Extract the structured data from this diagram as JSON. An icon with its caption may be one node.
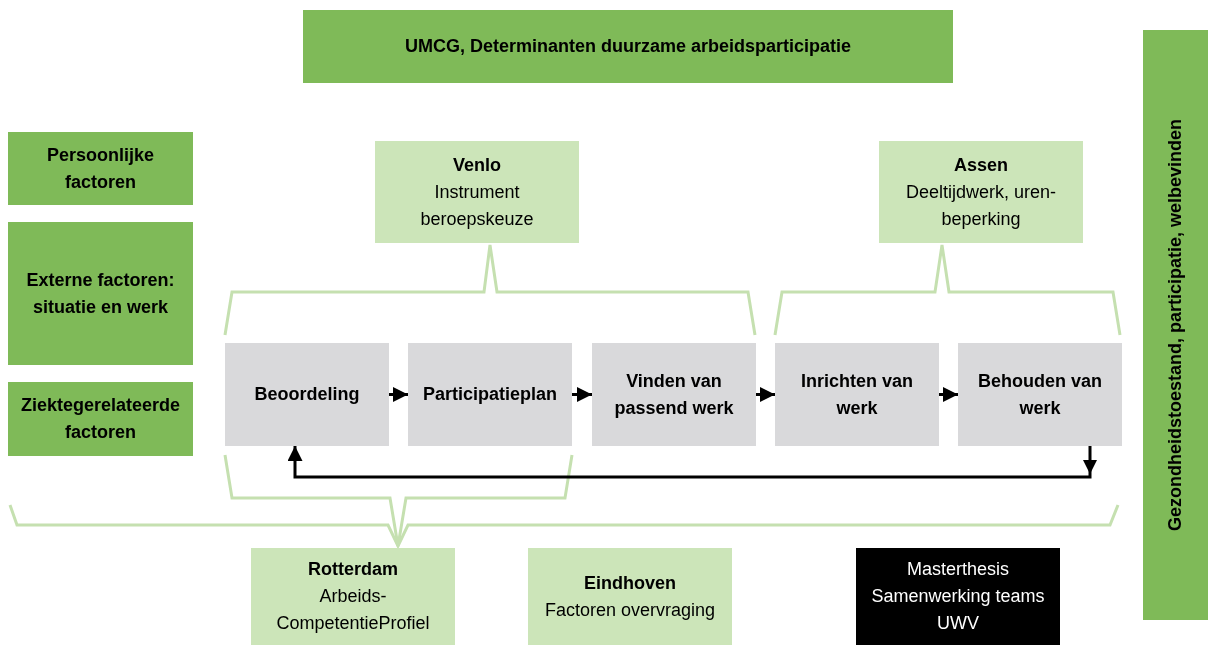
{
  "diagram": {
    "nodes": [
      {
        "text": [
          "UMCG, Determinanten duurzame arbeidsparticipatie"
        ]
      },
      {
        "text": [
          "Persoonlijke factoren"
        ]
      },
      {
        "text": [
          "Externe factoren: situatie en werk"
        ]
      },
      {
        "text": [
          "Ziektegerelateerde factoren"
        ]
      },
      {
        "text": [
          "Venlo",
          "Instrument beroepskeuze"
        ]
      },
      {
        "text": [
          "Assen",
          "Deeltijdwerk, uren-beperking"
        ]
      },
      {
        "text": [
          "Beoordeling"
        ]
      },
      {
        "text": [
          "Participatieplan"
        ]
      },
      {
        "text": [
          "Vinden van passend werk"
        ]
      },
      {
        "text": [
          "Inrichten van werk"
        ]
      },
      {
        "text": [
          "Behouden van werk"
        ]
      },
      {
        "text": [
          "Rotterdam",
          "Arbeids-CompetentieProfiel"
        ]
      },
      {
        "text": [
          "Eindhoven",
          "Factoren overvraging"
        ]
      },
      {
        "text": [
          "Masterthesis Samenwerking teams UWV"
        ]
      },
      {
        "text": [
          "Gezondheidstoestand, participatie, welbevinden"
        ]
      }
    ],
    "edges": [
      {
        "from": 6,
        "to": 7,
        "arrow": "to"
      },
      {
        "from": 7,
        "to": 8,
        "arrow": "to"
      },
      {
        "from": 8,
        "to": 9,
        "arrow": "to"
      },
      {
        "from": 9,
        "to": 10,
        "arrow": "to"
      },
      {
        "from": 10,
        "to": 6,
        "arrow": "to"
      }
    ]
  }
}
